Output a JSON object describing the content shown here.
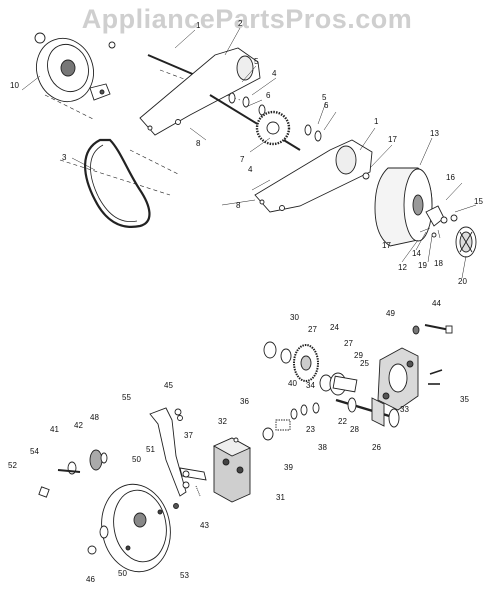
{
  "watermark": "AppliancePartsPros.com",
  "callouts": [
    "1",
    "2",
    "3",
    "4",
    "5",
    "6",
    "7",
    "8",
    "10",
    "12",
    "13",
    "14",
    "15",
    "16",
    "17",
    "18",
    "19",
    "20",
    "22",
    "23",
    "24",
    "25",
    "26",
    "27",
    "28",
    "29",
    "30",
    "31",
    "32",
    "33",
    "34",
    "35",
    "36",
    "37",
    "38",
    "39",
    "40",
    "41",
    "42",
    "43",
    "44",
    "45",
    "46",
    "48",
    "49",
    "50",
    "51",
    "52",
    "53",
    "54",
    "55"
  ],
  "colors": {
    "line": "#222222",
    "fill": "#ffffff",
    "shade": "#d9d9d9",
    "dark": "#555555"
  }
}
